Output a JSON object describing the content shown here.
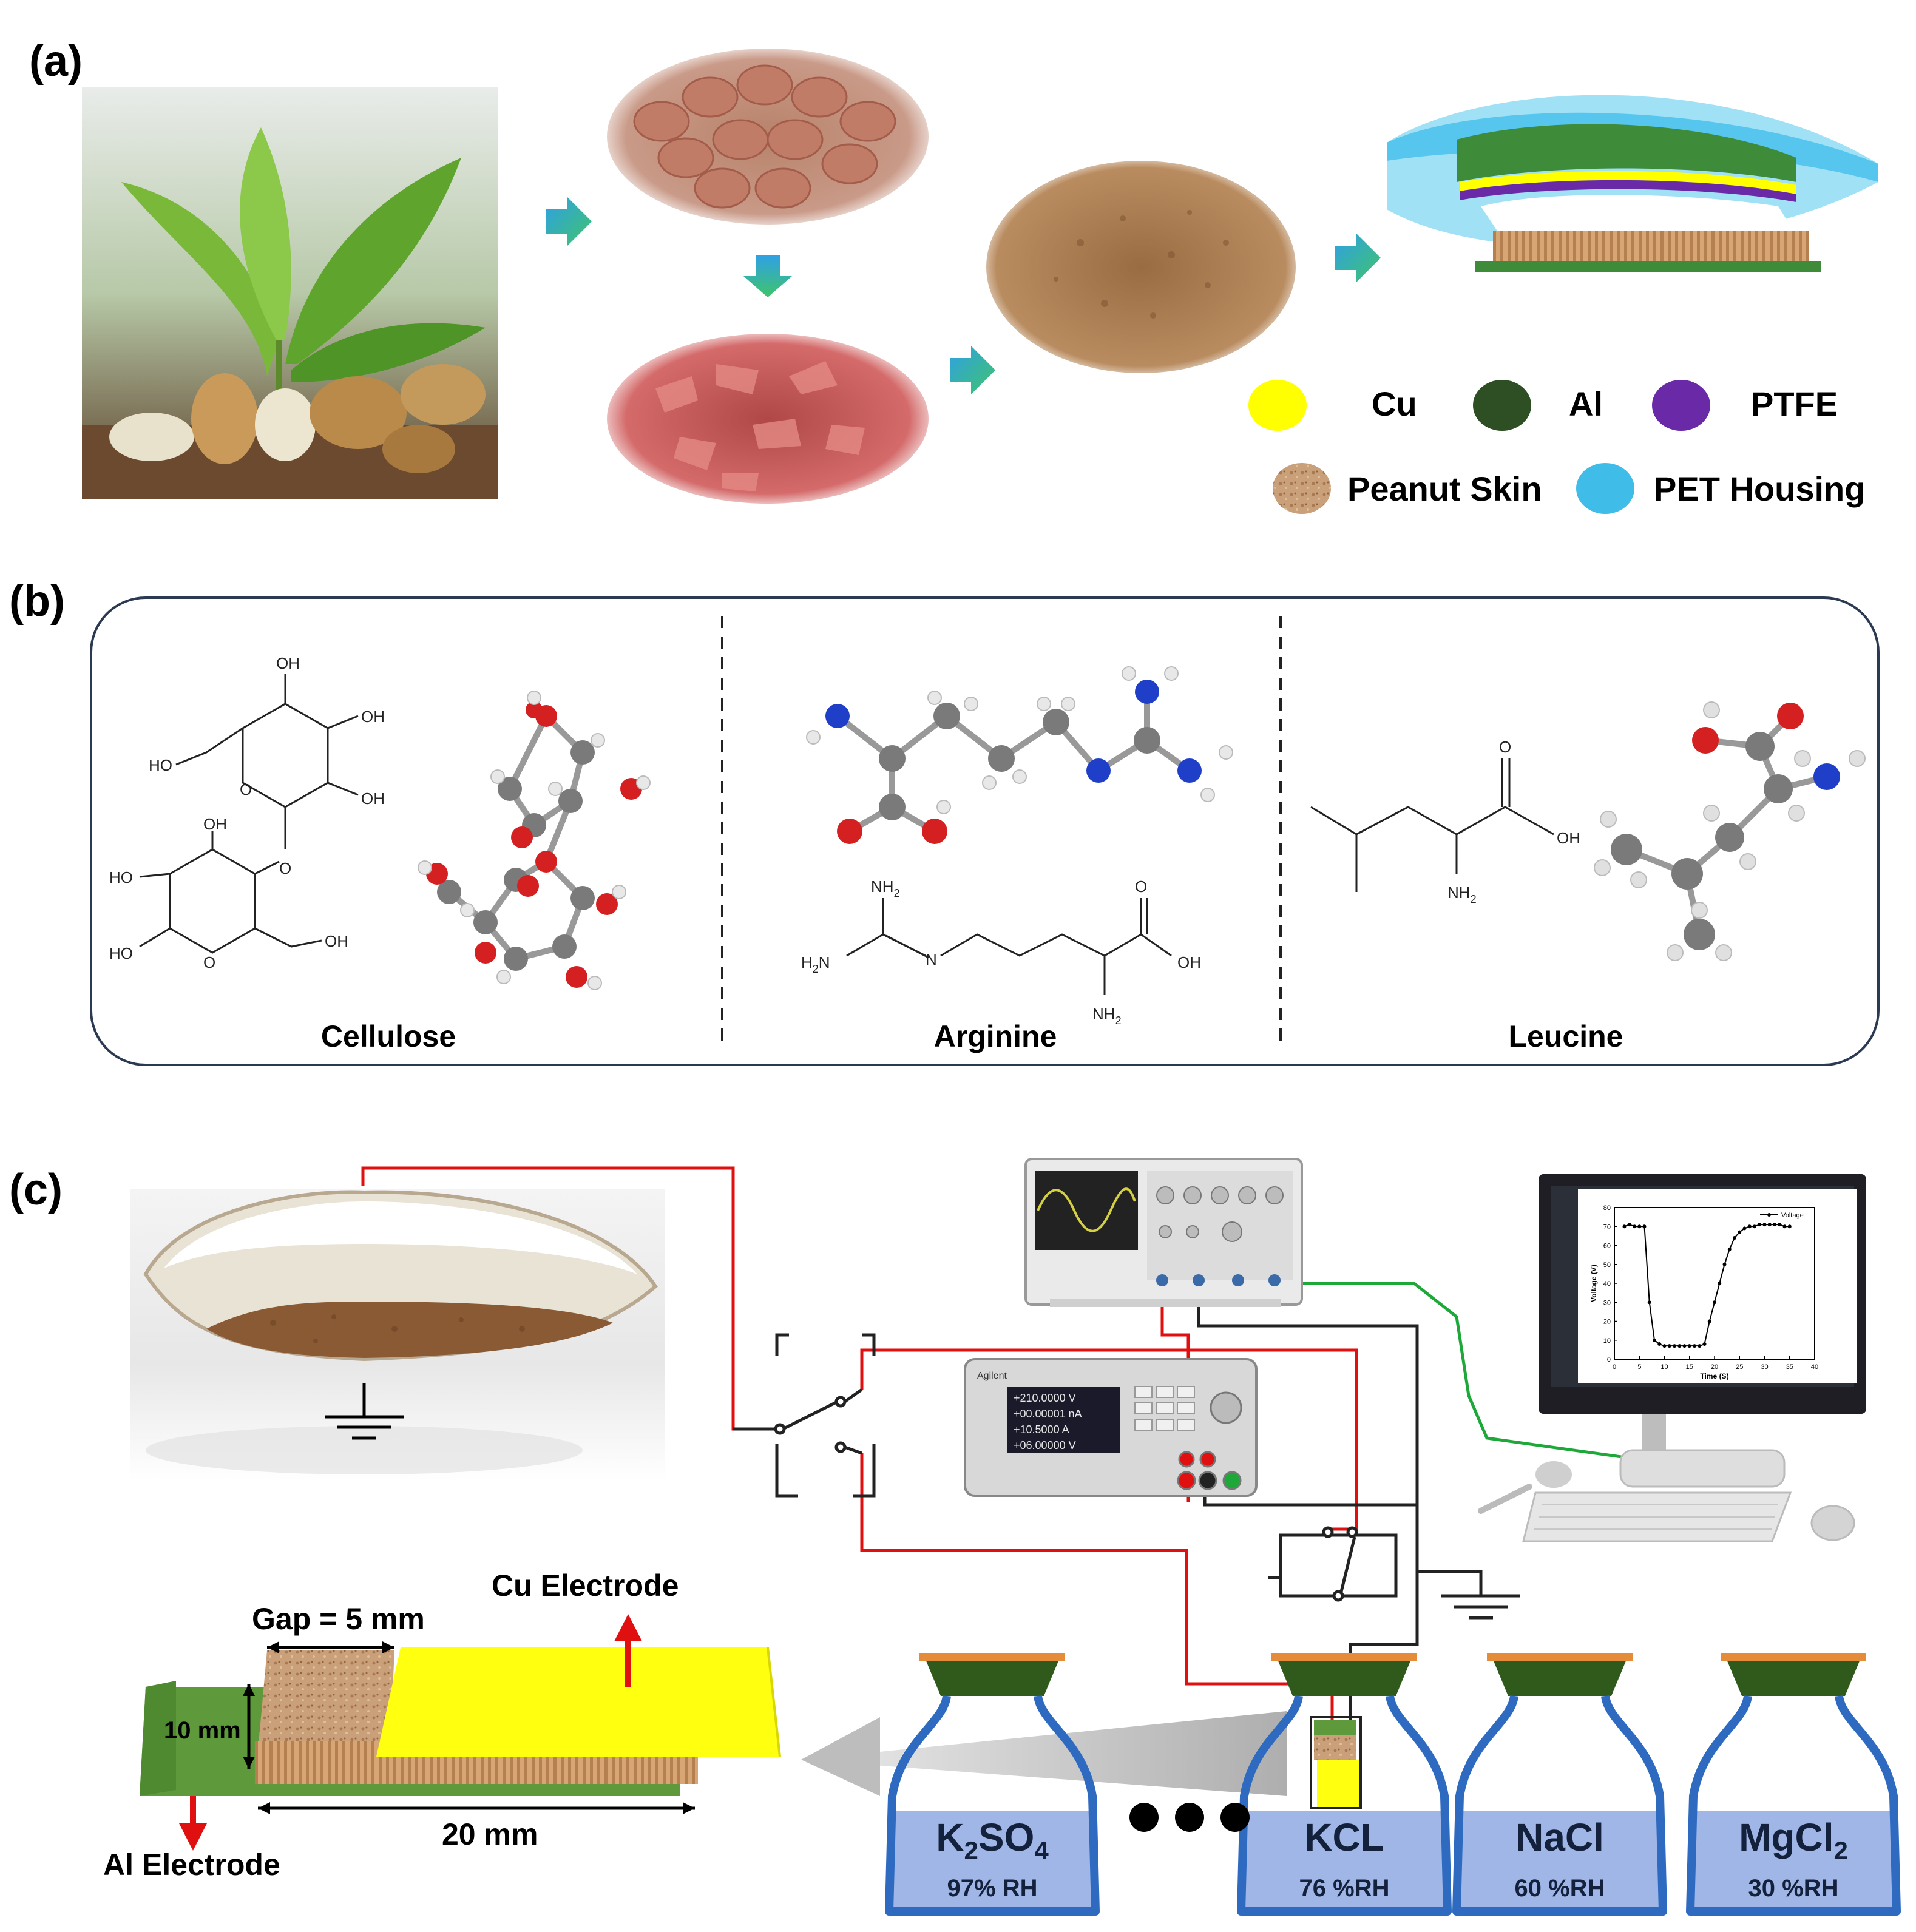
{
  "panel_a": {
    "label": "(a)",
    "legend": [
      {
        "name": "Cu",
        "color": "#ffff00"
      },
      {
        "name": "Al",
        "color": "#2e4f24"
      },
      {
        "name": "PTFE",
        "color": "#6a2aa8"
      },
      {
        "name": "Peanut Skin",
        "color": "#c89a6a"
      },
      {
        "name": "PET Housing",
        "color": "#3fbde8"
      }
    ]
  },
  "panel_b": {
    "label": "(b)",
    "molecules": [
      "Cellulose",
      "Arginine",
      "Leucine"
    ],
    "atom_labels": {
      "oh": "OH",
      "ho": "HO",
      "o": "O",
      "n": "N",
      "nh2": "NH",
      "h2n": "H",
      "sub2": "2"
    }
  },
  "panel_c": {
    "label": "(c)",
    "instrument_readouts": [
      "+210.0000 V",
      "+00.00001 nA",
      "+10.5000 A",
      "+06.00000 V"
    ],
    "instrument_brand": "Agilent",
    "plot": {
      "legend": "Voltage",
      "ylabel": "Voltage (V)",
      "xlabel": "Time (S)",
      "xticks": [
        "0",
        "5",
        "10",
        "15",
        "20",
        "25",
        "30",
        "35",
        "40"
      ],
      "yticks": [
        "0",
        "10",
        "20",
        "30",
        "40",
        "50",
        "60",
        "70",
        "80"
      ]
    },
    "device": {
      "cu_label": "Cu Electrode",
      "al_label": "Al Electrode",
      "gap_label": "Gap = 5 mm",
      "width_label": "10 mm",
      "length_label": "20 mm"
    },
    "jars": [
      {
        "salt_main": "K",
        "salt_sub1": "2",
        "salt_mid": "SO",
        "salt_sub2": "4",
        "rh": "97% RH"
      },
      {
        "salt_main": "KCL",
        "rh": "76 %RH"
      },
      {
        "salt_main": "NaCl",
        "rh": "60 %RH"
      },
      {
        "salt_main": "MgCl",
        "salt_sub2": "2",
        "rh": "30 %RH"
      }
    ]
  },
  "chart_data": {
    "type": "line",
    "series": [
      {
        "name": "Voltage",
        "x": [
          2,
          3,
          4,
          5,
          6,
          7,
          8,
          9,
          10,
          11,
          12,
          13,
          14,
          15,
          16,
          17,
          18,
          19,
          20,
          21,
          22,
          23,
          24,
          25,
          26,
          27,
          28,
          29,
          30,
          31,
          32,
          33,
          34,
          35
        ],
        "values": [
          70,
          71,
          70,
          70,
          70,
          30,
          10,
          8,
          7,
          7,
          7,
          7,
          7,
          7,
          7,
          7,
          8,
          20,
          30,
          40,
          50,
          58,
          64,
          67,
          69,
          70,
          70,
          71,
          71,
          71,
          71,
          71,
          70,
          70
        ]
      }
    ],
    "xlabel": "Time (S)",
    "ylabel": "Voltage (V)",
    "xlim": [
      0,
      40
    ],
    "ylim": [
      0,
      80
    ],
    "legend": "top-right"
  }
}
